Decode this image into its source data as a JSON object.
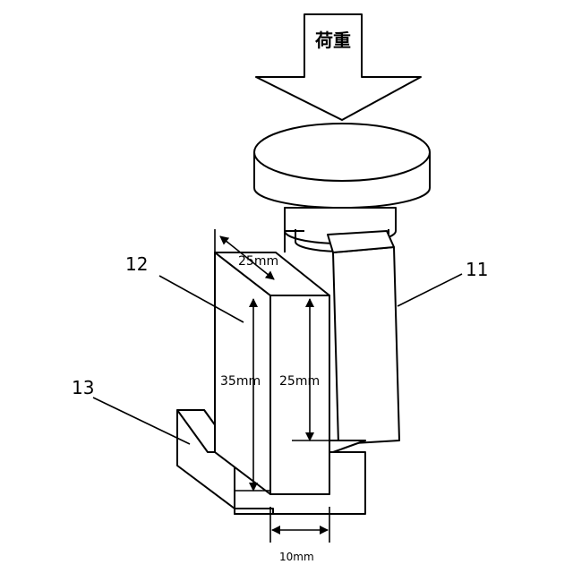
{
  "load_label": "荷重",
  "dimensions": {
    "width_top": "25mm",
    "height_total": "35mm",
    "height_upper": "25mm",
    "thickness": "10mm"
  },
  "callouts": {
    "part_12": "12",
    "part_11": "11",
    "part_13": "13"
  }
}
